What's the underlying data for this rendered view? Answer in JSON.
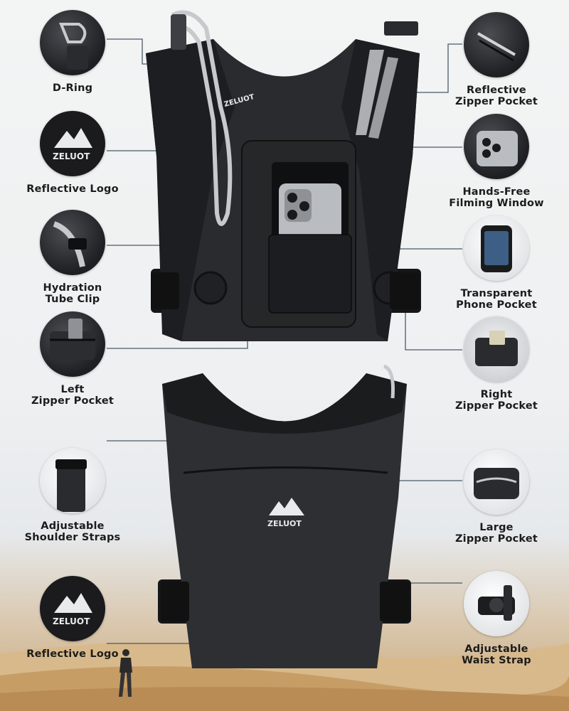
{
  "brand": {
    "name": "ZELUOT"
  },
  "front_features": {
    "left": [
      {
        "key": "d-ring",
        "line1": "D-Ring",
        "line2": ""
      },
      {
        "key": "reflective-logo-front",
        "line1": "Reflective Logo",
        "line2": ""
      },
      {
        "key": "hydration-tube-clip",
        "line1": "Hydration",
        "line2": "Tube Clip"
      },
      {
        "key": "left-zipper-pocket",
        "line1": "Left",
        "line2": "Zipper Pocket"
      }
    ],
    "right": [
      {
        "key": "reflective-zipper-pocket",
        "line1": "Reflective",
        "line2": "Zipper Pocket"
      },
      {
        "key": "hands-free-filming-window",
        "line1": "Hands-Free",
        "line2": "Filming Window"
      },
      {
        "key": "transparent-phone-pocket",
        "line1": "Transparent",
        "line2": "Phone Pocket"
      },
      {
        "key": "right-zipper-pocket",
        "line1": "Right",
        "line2": "Zipper Pocket"
      }
    ]
  },
  "back_features": {
    "left": [
      {
        "key": "adjustable-shoulder-straps",
        "line1": "Adjustable",
        "line2": "Shoulder Straps"
      },
      {
        "key": "reflective-logo-back",
        "line1": "Reflective Logo",
        "line2": ""
      }
    ],
    "right": [
      {
        "key": "large-zipper-pocket",
        "line1": "Large",
        "line2": "Zipper Pocket"
      },
      {
        "key": "adjustable-waist-strap",
        "line1": "Adjustable",
        "line2": "Waist Strap"
      }
    ]
  },
  "colors": {
    "vest": "#2a2b2e",
    "vest_dark": "#151618",
    "accent_line": "#4b5a66",
    "background": "#f0f1f2",
    "sand": "#c9a77a"
  }
}
